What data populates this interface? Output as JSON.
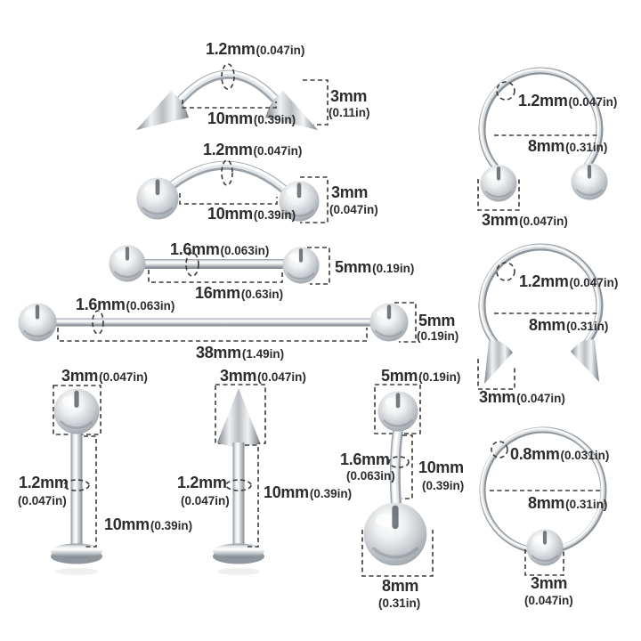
{
  "colors": {
    "background": "#ffffff",
    "text": "#2c2c2c",
    "dash_line": "#3b3b3b",
    "metal_light": "#ffffff",
    "metal_mid": "#c9cdd1",
    "metal_dark": "#81888f"
  },
  "items": [
    {
      "type": "curved-barbell-spikes",
      "gauge_mm": "1.2mm",
      "gauge_in": "(0.047in)",
      "length_mm": "10mm",
      "length_in": "(0.39in)",
      "end_mm": "3mm",
      "end_in": "(0.11in)"
    },
    {
      "type": "curved-barbell-balls",
      "gauge_mm": "1.2mm",
      "gauge_in": "(0.047in)",
      "length_mm": "10mm",
      "length_in": "(0.39in)",
      "end_mm": "3mm",
      "end_in": "(0.047in)"
    },
    {
      "type": "straight-barbell",
      "gauge_mm": "1.6mm",
      "gauge_in": "(0.063in)",
      "length_mm": "16mm",
      "length_in": "(0.63in)",
      "end_mm": "5mm",
      "end_in": "(0.19in)"
    },
    {
      "type": "industrial-barbell",
      "gauge_mm": "1.6mm",
      "gauge_in": "(0.063in)",
      "length_mm": "38mm",
      "length_in": "(1.49in)",
      "end_mm": "5mm",
      "end_in": "(0.19in)"
    },
    {
      "type": "labret-stud-ball",
      "end_mm": "3mm",
      "end_in": "(0.047in)",
      "gauge_mm": "1.2mm",
      "gauge_in": "(0.047in)",
      "length_mm": "10mm",
      "length_in": "(0.39in)"
    },
    {
      "type": "labret-stud-spike",
      "end_mm": "3mm",
      "end_in": "(0.047in)",
      "gauge_mm": "1.2mm",
      "gauge_in": "(0.047in)",
      "length_mm": "10mm",
      "length_in": "(0.39in)"
    },
    {
      "type": "belly-ring",
      "top_mm": "5mm",
      "top_in": "(0.19in)",
      "gauge_mm": "1.6mm",
      "gauge_in": "(0.063in)",
      "length_mm": "10mm",
      "length_in": "(0.39in)",
      "bottom_mm": "8mm",
      "bottom_in": "(0.31in)"
    },
    {
      "type": "horseshoe-barbell-balls",
      "gauge_mm": "1.2mm",
      "gauge_in": "(0.047in)",
      "diameter_mm": "8mm",
      "diameter_in": "(0.31in)",
      "end_mm": "3mm",
      "end_in": "(0.047in)"
    },
    {
      "type": "horseshoe-barbell-spikes",
      "gauge_mm": "1.2mm",
      "gauge_in": "(0.047in)",
      "diameter_mm": "8mm",
      "diameter_in": "(0.31in)",
      "end_mm": "3mm",
      "end_in": "(0.047in)"
    },
    {
      "type": "captive-bead-ring",
      "gauge_mm": "0.8mm",
      "gauge_in": "(0.031in)",
      "diameter_mm": "8mm",
      "diameter_in": "(0.31in)",
      "end_mm": "3mm",
      "end_in": "(0.047in)"
    }
  ]
}
